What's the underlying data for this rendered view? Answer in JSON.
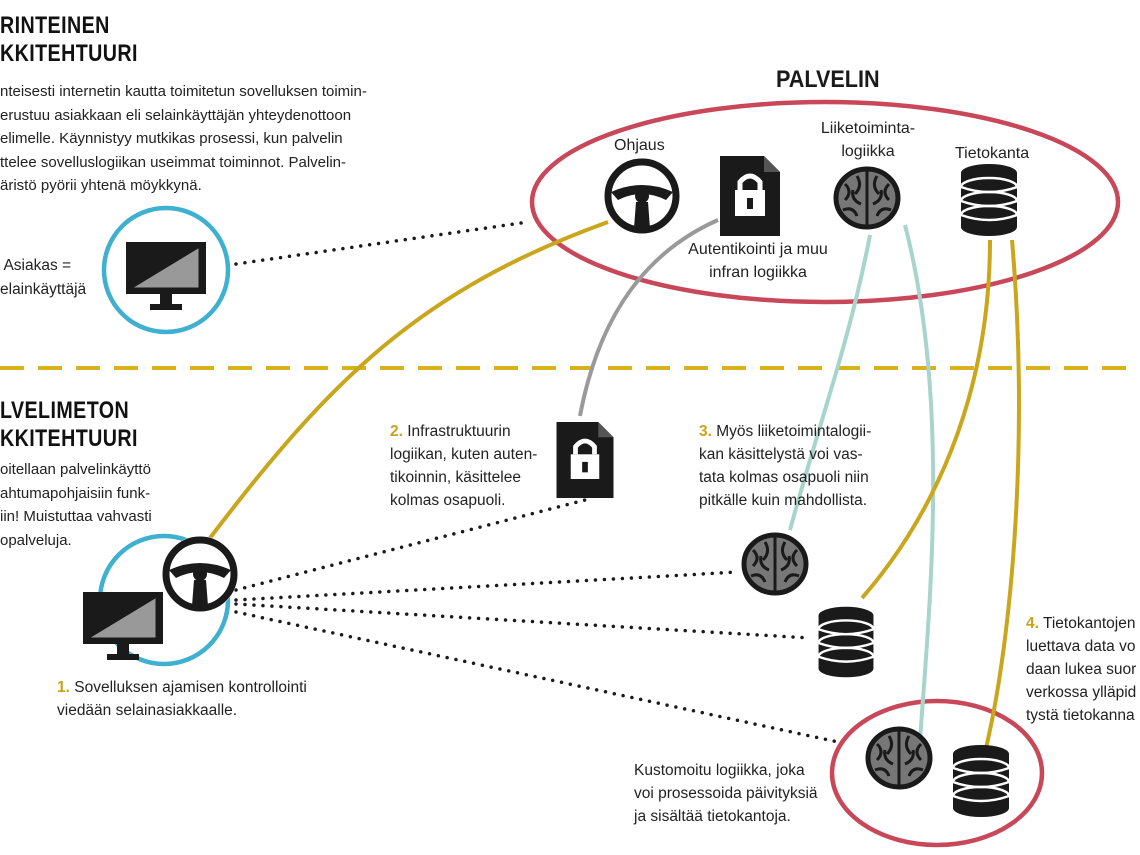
{
  "traditional": {
    "heading_line1": "RINTEINEN",
    "heading_line2": "KKITEHTUURI",
    "description": "nteisesti internetin kautta toimitetun sovelluksen toimin-\nerustuu asiakkaan eli selainkäyttäjän yhteydenottoon\nelimelle. Käynnistyy mutkikas prosessi, kun palvelin\nttelee sovelluslogiikan useimmat toiminnot. Palvelin-\näristö pyörii yhtenä möykkynä.",
    "client_label": " Asiakas =\nelainkäyttäjä"
  },
  "server": {
    "title": "PALVELIN",
    "control_label": "Ohjaus",
    "business_logic_label": "Liiketoiminta-\nlogiikka",
    "database_label": "Tietokanta",
    "auth_label": "Autentikointi ja muu\ninfran logiikka"
  },
  "serverless": {
    "heading_line1": "LVELIMETON",
    "heading_line2": "KKITEHTUURI",
    "description": "oitellaan palvelinkäyttö\nahtumapohjaisiin funk-\niin! Muistuttaa vahvasti\nopalveluja."
  },
  "notes": [
    {
      "number": "1.",
      "text": " Sovelluksen ajamisen kontrollointi\nviedään selainasiakkaalle."
    },
    {
      "number": "2.",
      "text": " Infrastruktuurin\nlogiikan, kuten auten-\ntikoinnin, käsittelee\nkolmas osapuoli."
    },
    {
      "number": "3.",
      "text": " Myös liiketoimintalogii-\nkan käsittelystä voi vas-\ntata kolmas osapuoli niin\npitkälle kuin mahdollista."
    },
    {
      "number": "4.",
      "text": " Tietokantojen\nluettava data vo\ndaan lukea suor\nverkossa ylläpid\ntystä tietokanna"
    }
  ],
  "custom_logic_label": "Kustomoitu logiikka, joka\nvoi prosessoida päivityksiä\nja sisältää tietokantoja.",
  "colors": {
    "server_ellipse": "#c8485a",
    "client_circle": "#3fb0d0",
    "yellow_line": "#c9a61c",
    "gray_line": "#9a9a9a",
    "teal_line": "#a8d4cc",
    "divider": "#d6b21c",
    "icon_dark": "#1a1a1a",
    "brain_fill": "#777777"
  },
  "icons": [
    "monitor-icon",
    "steering-wheel-icon",
    "lock-document-icon",
    "brain-icon",
    "database-icon"
  ]
}
